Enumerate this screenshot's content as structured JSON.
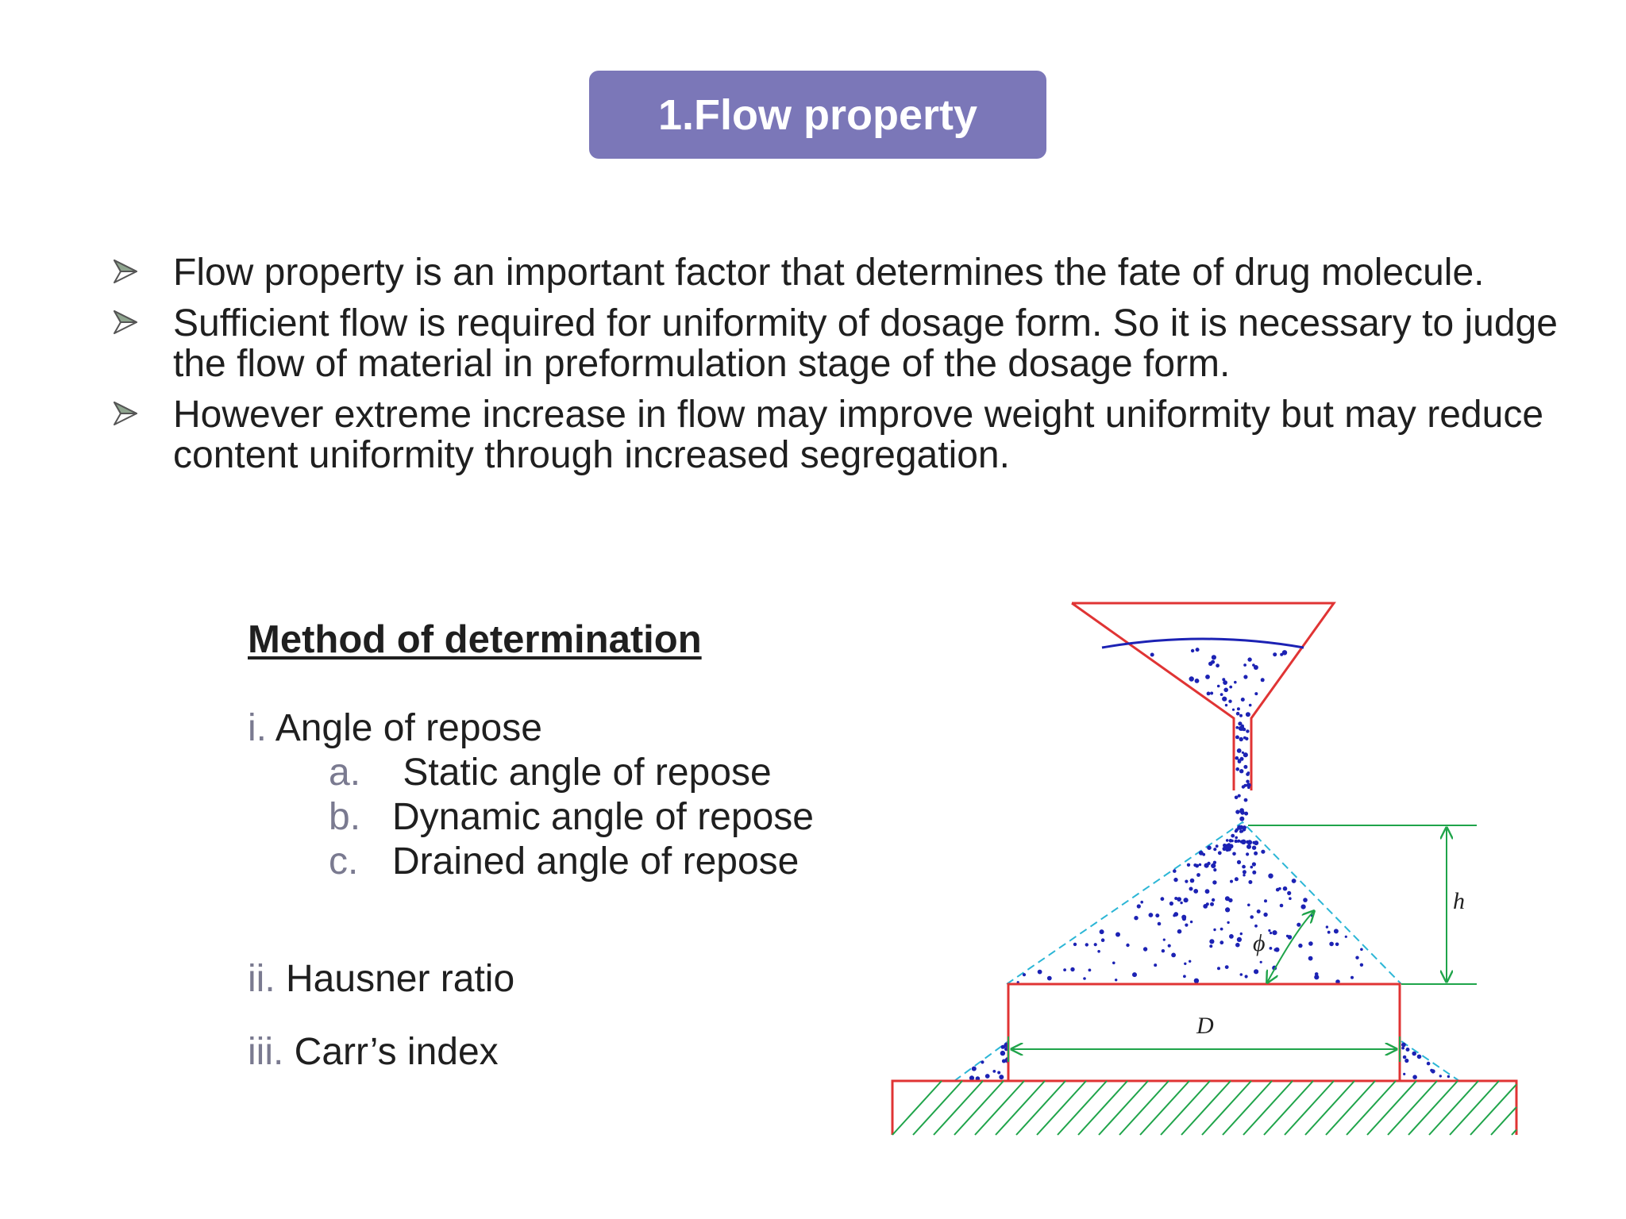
{
  "title": "1.Flow property",
  "bullets": [
    "Flow property is an important factor that determines the fate of drug molecule.",
    "Sufficient flow is required for uniformity of dosage form. So it is necessary to judge the flow of material in preformulation stage of the dosage form.",
    "However extreme increase in flow may improve weight uniformity but may reduce content uniformity through increased segregation."
  ],
  "method": {
    "heading": "Method of determination",
    "items": [
      {
        "num": "i.",
        "label": "Angle of repose",
        "sub": [
          {
            "letter": "a.",
            "label": " Static angle of repose"
          },
          {
            "letter": "b.",
            "label": "Dynamic angle of repose"
          },
          {
            "letter": "c.",
            "label": "Drained angle of repose"
          }
        ]
      },
      {
        "num": "ii.",
        "label": "Hausner ratio"
      },
      {
        "num": "iii.",
        "label": "Carr’s index"
      }
    ]
  },
  "diagram": {
    "label_h": "h",
    "label_phi": "ϕ",
    "label_d": "D",
    "colors": {
      "funnel": "#e03434",
      "particles": "#1c22b4",
      "dimension": "#1fa44a",
      "cone_outline": "#2bb6d6",
      "base": "#e03434",
      "hatch": "#1fa44a"
    }
  },
  "colors": {
    "title_bg": "#7b77b8",
    "title_text": "#ffffff",
    "numbering": "#7a7a90"
  }
}
